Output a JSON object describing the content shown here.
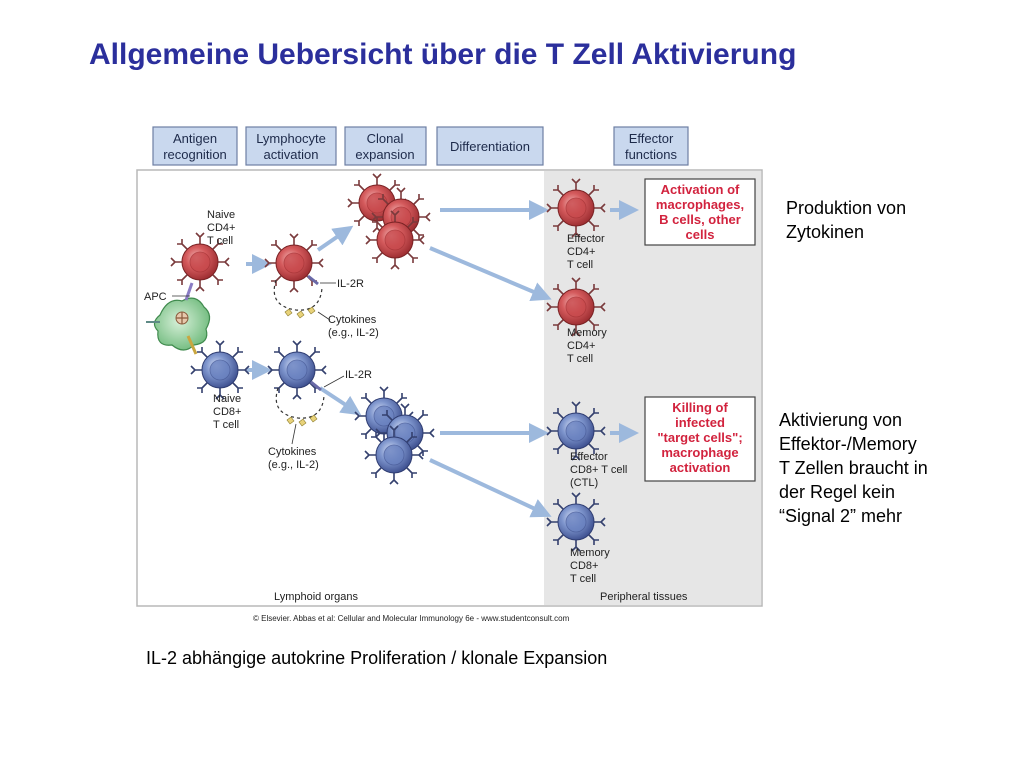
{
  "slide": {
    "title": "Allgemeine Uebersicht über die T Zell Aktivierung",
    "note_top": [
      "Produktion von",
      "Zytokinen"
    ],
    "note_bottom": [
      "Aktivierung von",
      "Effektor-/Memory",
      "T Zellen braucht in",
      "der Regel kein",
      "“Signal 2” mehr"
    ],
    "caption": "IL-2 abhängige autokrine Proliferation / klonale Expansion"
  },
  "figure": {
    "stages": [
      [
        "Antigen",
        "recognition"
      ],
      [
        "Lymphocyte",
        "activation"
      ],
      [
        "Clonal",
        "expansion"
      ],
      [
        "Differentiation"
      ],
      [
        "Effector",
        "functions"
      ]
    ],
    "labels": {
      "naive_cd4": [
        "Naive",
        "CD4+",
        "T cell"
      ],
      "apc": "APC",
      "naive_cd8": [
        "Naive",
        "CD8+",
        "T cell"
      ],
      "il2r_top": "IL-2R",
      "cytokines_top": [
        "Cytokines",
        "(e.g., IL-2)"
      ],
      "il2r_bottom": "IL-2R",
      "cytokines_bottom": [
        "Cytokines",
        "(e.g., IL-2)"
      ],
      "effector_cd4": [
        "Effector",
        "CD4+",
        "T cell"
      ],
      "memory_cd4": [
        "Memory",
        "CD4+",
        "T cell"
      ],
      "effector_cd8": [
        "Effector",
        "CD8+ T cell",
        "(CTL)"
      ],
      "memory_cd8": [
        "Memory",
        "CD8+",
        "T cell"
      ],
      "lymphoid_organs": "Lymphoid organs",
      "peripheral_tissues": "Peripheral tissues"
    },
    "effects": {
      "cd4": [
        "Activation of",
        "macrophages,",
        "B cells, other",
        "cells"
      ],
      "cd8": [
        "Killing of",
        "infected",
        "\"target cells\";",
        "macrophage",
        "activation"
      ]
    },
    "credit": "© Elsevier. Abbas et al: Cellular and Molecular Immunology 6e - www.studentconsult.com",
    "colors": {
      "cd4_cell": "#c94d4f",
      "cd8_cell": "#6b86c4",
      "apc": "#8fcf9a",
      "arrow": "#9db9dd",
      "effect_text": "#d2233e",
      "stage_box": "#c9d8ee",
      "peripheral_bg": "#e6e6e6"
    }
  }
}
